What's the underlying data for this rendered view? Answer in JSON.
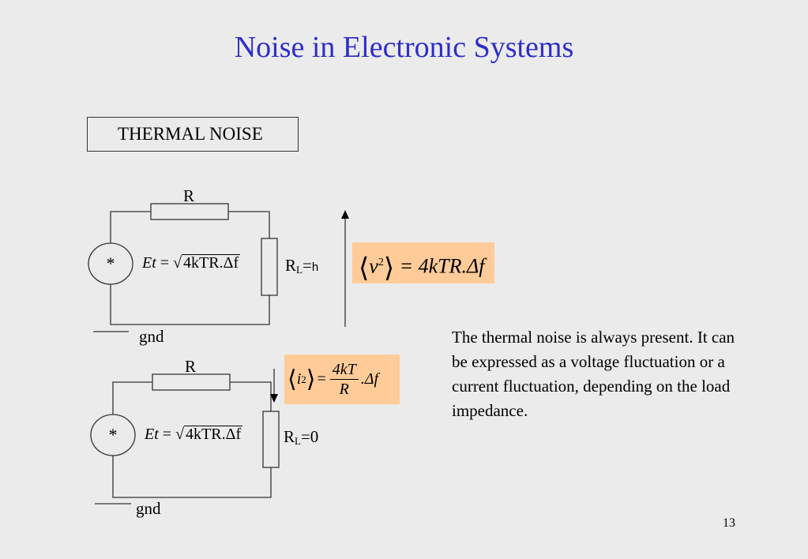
{
  "title": "Noise in Electronic Systems",
  "section_label": "THERMAL NOISE",
  "circuit_top": {
    "resistor_label": "R",
    "source_symbol": "*",
    "load_label_main": "R",
    "load_label_sub": "L",
    "load_value_eq": "=",
    "load_value": "h",
    "ground_label": "gnd"
  },
  "circuit_bottom": {
    "resistor_label": "R",
    "source_symbol": "*",
    "load_label_main": "R",
    "load_label_sub": "L",
    "load_value": "=0",
    "ground_label": "gnd"
  },
  "source_equation": {
    "lhs": "Et",
    "eq": " = ",
    "radicand": "4kTR.Δf"
  },
  "voltage_formula": {
    "quantity": "v",
    "exponent": "2",
    "rhs": "= 4kTR.Δf"
  },
  "current_formula": {
    "quantity": "i",
    "exponent": "2",
    "eq": "=",
    "numerator": "4kT",
    "denominator": "R",
    "tail": ".Δf"
  },
  "description": "The thermal noise is always present. It can be expressed as a voltage fluctuation or a current fluctuation, depending on the load impedance.",
  "page_number": "13"
}
